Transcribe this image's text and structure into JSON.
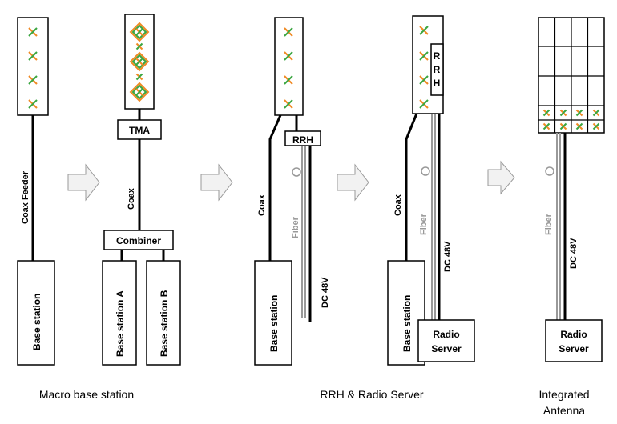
{
  "colors": {
    "orange": "#f08a24",
    "green": "#3aa640",
    "fiber_gray": "#999999",
    "arrow_fill": "#f2f2f2"
  },
  "panel1": {
    "feeder_label": "Coax Feeder",
    "base_station": "Base station"
  },
  "panel2": {
    "tma": "TMA",
    "coax": "Coax",
    "combiner": "Combiner",
    "base_station_a": "Base station A",
    "base_station_b": "Base station B"
  },
  "panel3": {
    "rrh": "RRH",
    "coax": "Coax",
    "fiber": "Fiber",
    "dc": "DC 48V",
    "base_station": "Base station"
  },
  "panel4": {
    "rrh_letters": [
      "R",
      "R",
      "H"
    ],
    "coax": "Coax",
    "fiber": "Fiber",
    "dc": "DC 48V",
    "base_station": "Base station",
    "radio_server_line1": "Radio",
    "radio_server_line2": "Server"
  },
  "panel5": {
    "fiber": "Fiber",
    "dc": "DC 48V",
    "radio_server_line1": "Radio",
    "radio_server_line2": "Server"
  },
  "captions": {
    "macro": "Macro base station",
    "rrh_radio": "RRH & Radio Server",
    "integrated_line1": "Integrated",
    "integrated_line2": "Antenna"
  }
}
